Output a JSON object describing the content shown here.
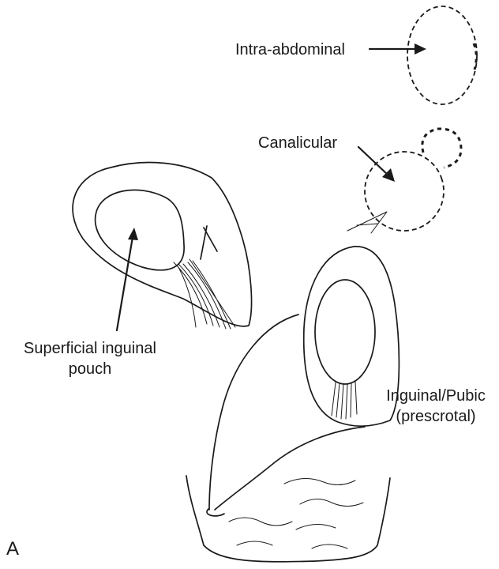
{
  "figure": {
    "panel_letter": "A",
    "labels": {
      "intra_abdominal": "Intra-abdominal",
      "canalicular": "Canalicular",
      "superficial_inguinal_pouch_line1": "Superficial inguinal",
      "superficial_inguinal_pouch_line2": "pouch",
      "inguinal_pubic_line1": "Inguinal/Pubic",
      "inguinal_pubic_line2": "(prescrotal)"
    }
  }
}
